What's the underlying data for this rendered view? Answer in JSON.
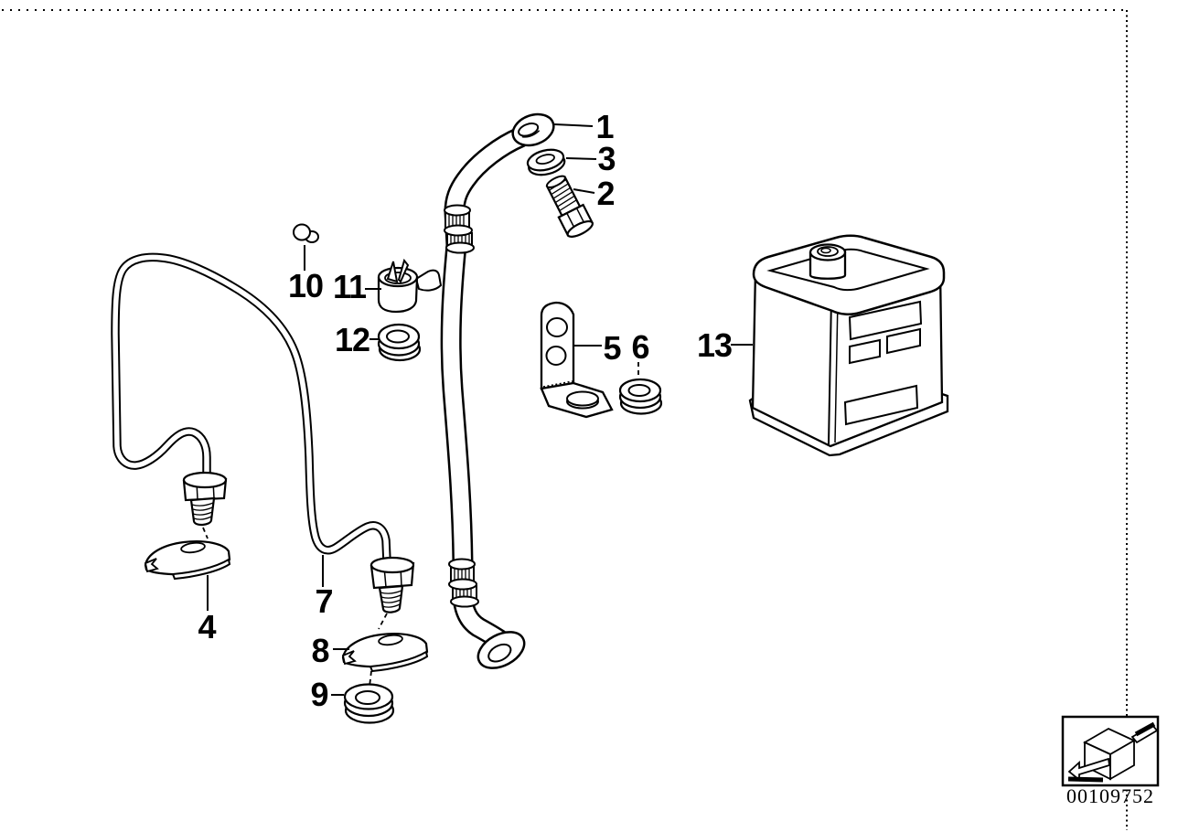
{
  "page": {
    "background": "#ffffff",
    "line_color": "#000000"
  },
  "diagram": {
    "type": "exploded-parts-line-drawing",
    "callouts": [
      {
        "label": "1"
      },
      {
        "label": "2"
      },
      {
        "label": "3"
      },
      {
        "label": "4"
      },
      {
        "label": "5"
      },
      {
        "label": "6"
      },
      {
        "label": "7"
      },
      {
        "label": "8"
      },
      {
        "label": "9"
      },
      {
        "label": "10"
      },
      {
        "label": "11"
      },
      {
        "label": "12"
      },
      {
        "label": "13"
      }
    ]
  },
  "stamp": {
    "number": "00109752",
    "icon": "cube-arrow-icon"
  }
}
